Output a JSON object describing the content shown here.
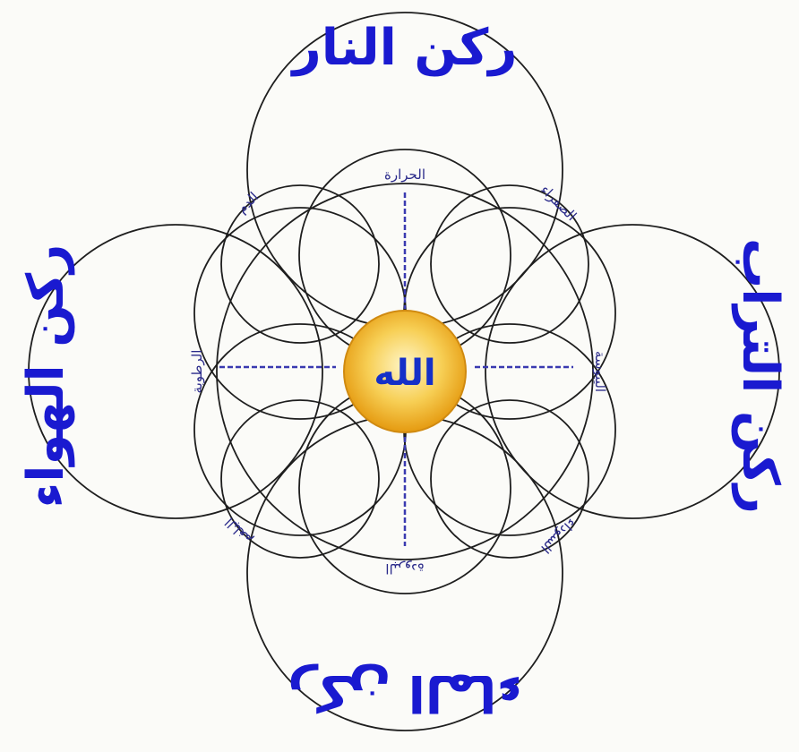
{
  "diagram": {
    "outer_labels": {
      "top": "ركن النار",
      "right": "ركن التراب",
      "bottom": "ركن الماء",
      "left": "ركن الهواء"
    },
    "inner_labels": {
      "top": "الحرارة",
      "bottom": "البرودة",
      "right": "اليبوسة",
      "left": "الرطوبة",
      "top_right": "الصفراء",
      "top_left": "الدم",
      "bottom_right": "السوداء",
      "bottom_left": "البلغم"
    },
    "center_label": "الله",
    "colors": {
      "label_blue": "#1a1ad0",
      "ring_stroke": "#1e1e1e",
      "center_gold": "#f2b320",
      "background": "#fbfbf8"
    }
  }
}
